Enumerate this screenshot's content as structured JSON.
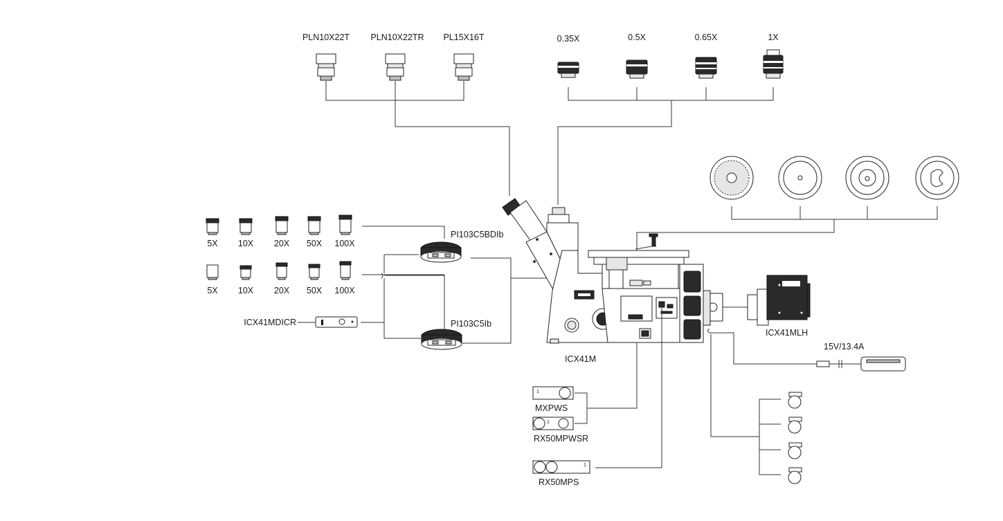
{
  "eyepieces": [
    "PLN10X22T",
    "PLN10X22TR",
    "PL15X16T"
  ],
  "camera_adapters": [
    "0.35X",
    "0.5X",
    "0.65X",
    "1X"
  ],
  "objectives_row1": [
    "5X",
    "10X",
    "20X",
    "50X",
    "100X"
  ],
  "objectives_row2": [
    "5X",
    "10X",
    "20X",
    "50X",
    "100X"
  ],
  "nosepiece_bd": "PI103C5BDIb",
  "nosepiece": "PI103C5Ib",
  "dic_slider": "ICX41MDICR",
  "microscope": "ICX41M",
  "lamphouse": "ICX41MLH",
  "power_supply": "15V/13.4A",
  "polarizers": [
    "MXPWS",
    "RX50MPWSR",
    "RX50MPS"
  ]
}
